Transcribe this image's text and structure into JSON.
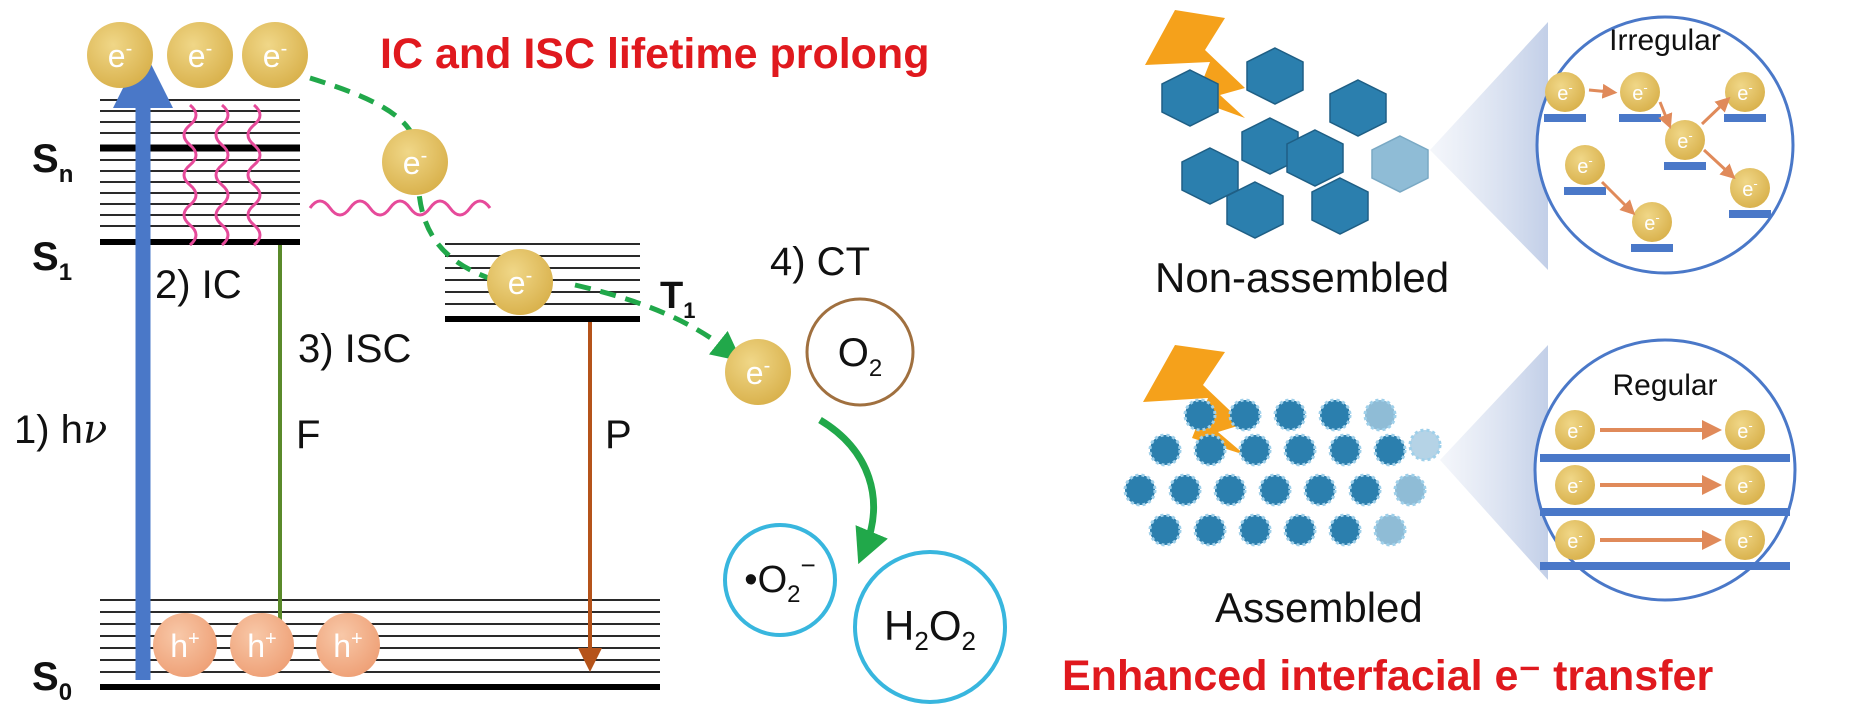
{
  "title": "IC and ISC lifetime prolong",
  "footer_title": "Enhanced interfacial e⁻ transfer",
  "states": {
    "sn": {
      "main": "S",
      "sub": "n"
    },
    "s1": {
      "main": "S",
      "sub": "1"
    },
    "s0": {
      "main": "S",
      "sub": "0"
    },
    "t1": {
      "main": "T",
      "sub": "1"
    }
  },
  "steps": {
    "hv_prefix": "1) h",
    "hv_nu": "ν",
    "ic": "2) IC",
    "isc": "3) ISC",
    "ct": "4) CT",
    "f": "F",
    "p": "P"
  },
  "particles": {
    "electron": "e",
    "electron_sup": "-",
    "hole": "h",
    "hole_sup": "+"
  },
  "species": {
    "o2": {
      "main": "O",
      "sub": "2"
    },
    "superoxide": {
      "dot": "•",
      "main": "O",
      "sub": "2",
      "sup": "−"
    },
    "h2o2": {
      "a": "H",
      "sub1": "2",
      "b": "O",
      "sub2": "2"
    }
  },
  "panels": {
    "non_assembled": "Non-assembled",
    "assembled": "Assembled",
    "irregular": "Irregular",
    "regular": "Regular"
  },
  "colors": {
    "title_red": "#e0191e",
    "electron_gold": "#e3c15a",
    "hole_peach": "#f2b08a",
    "blue_arrow": "#4a78c8",
    "green_arrow": "#5a8a2a",
    "orange_arrow": "#b5531a",
    "dash_green": "#21a84a",
    "wavy_pink": "#e64a9a",
    "o2_ring": "#a0703f",
    "cyan_ring": "#38b6de",
    "lightning": "#f5a11b",
    "crystal_blue": "#2b7fae",
    "band_blue": "#4a78c8"
  }
}
